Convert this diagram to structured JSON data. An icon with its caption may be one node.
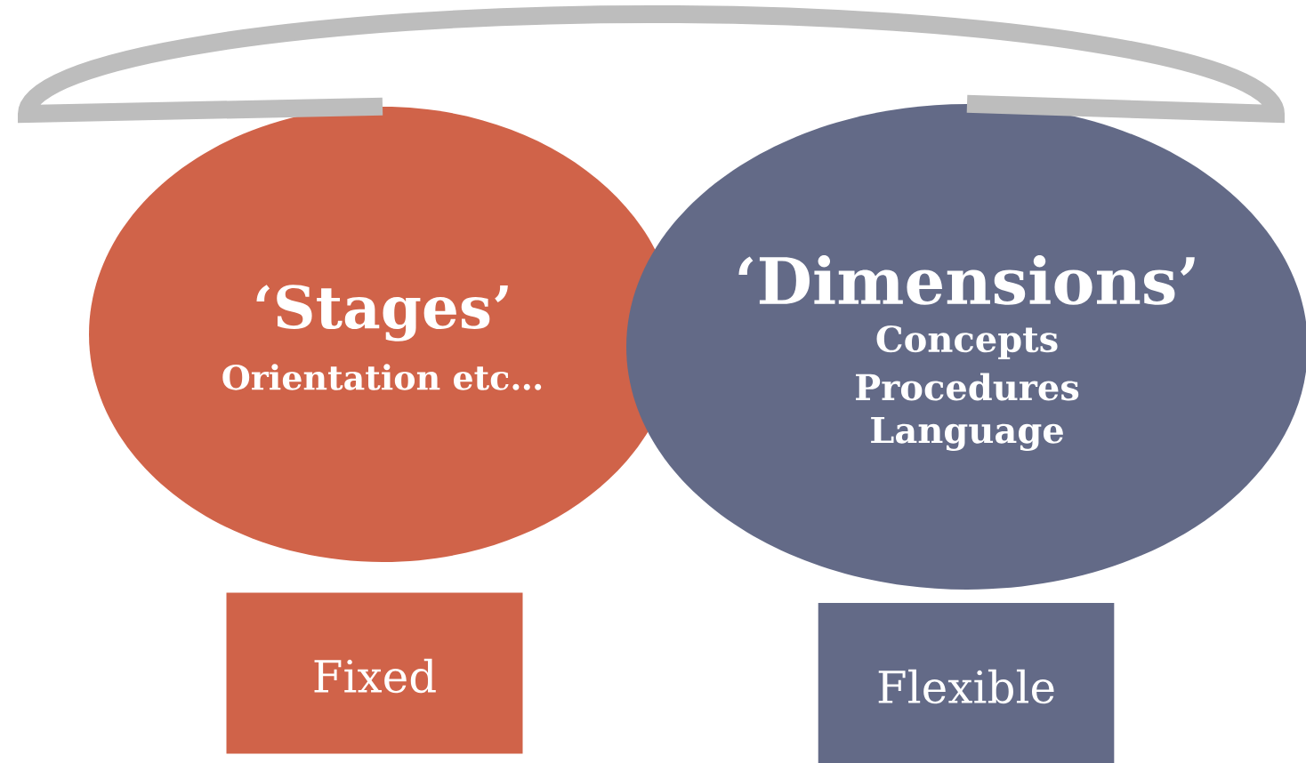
{
  "diagram": {
    "nodes": [
      {
        "text": [
          "‘Stages’",
          "Orientation etc…"
        ]
      },
      {
        "text": [
          "‘Dimensions’",
          "Concepts",
          "Procedures",
          "Language"
        ]
      },
      {
        "text": [
          "Fixed"
        ]
      },
      {
        "text": [
          "Flexible"
        ]
      }
    ],
    "edges": [
      {
        "from": 0,
        "to": 1,
        "arrow": "none"
      }
    ]
  }
}
